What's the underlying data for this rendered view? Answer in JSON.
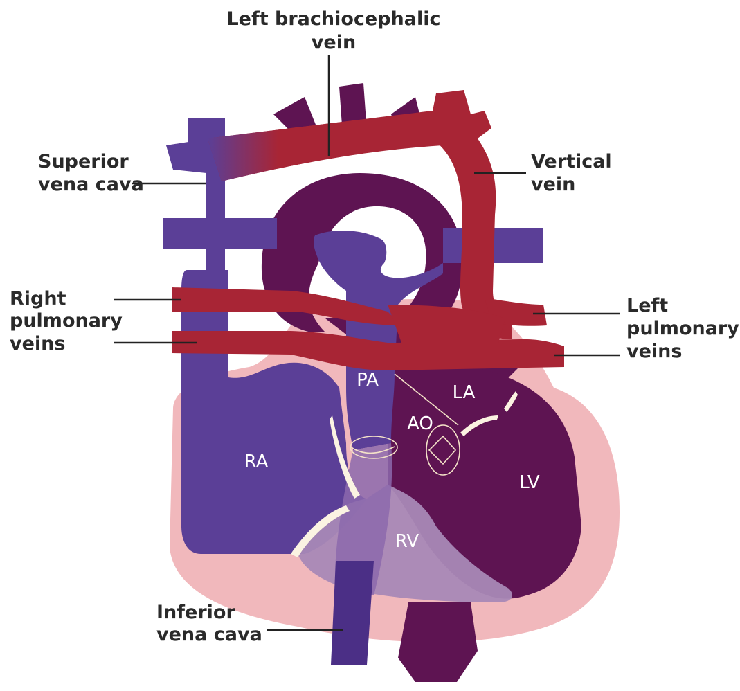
{
  "labels": {
    "left_brachiocephalic": [
      "Left brachiocephalic",
      "vein"
    ],
    "superior_vena_cava": [
      "Superior",
      "vena cava"
    ],
    "vertical_vein": [
      "Vertical",
      "vein"
    ],
    "right_pulmonary_veins": [
      "Right",
      "pulmonary",
      "veins"
    ],
    "left_pulmonary_veins": [
      "Left",
      "pulmonary",
      "veins"
    ],
    "inferior_vena_cava": [
      "Inferior",
      "vena cava"
    ]
  },
  "chambers": {
    "pa": "PA",
    "la": "LA",
    "ao": "AO",
    "ra": "RA",
    "lv": "LV",
    "rv": "RV"
  },
  "colors": {
    "deoxygenated": "#5b3f97",
    "oxygenated": "#a82535",
    "aorta": "#5e1452",
    "pericardium": "#f1b8bc",
    "rv_tissue": "#a888b6"
  }
}
